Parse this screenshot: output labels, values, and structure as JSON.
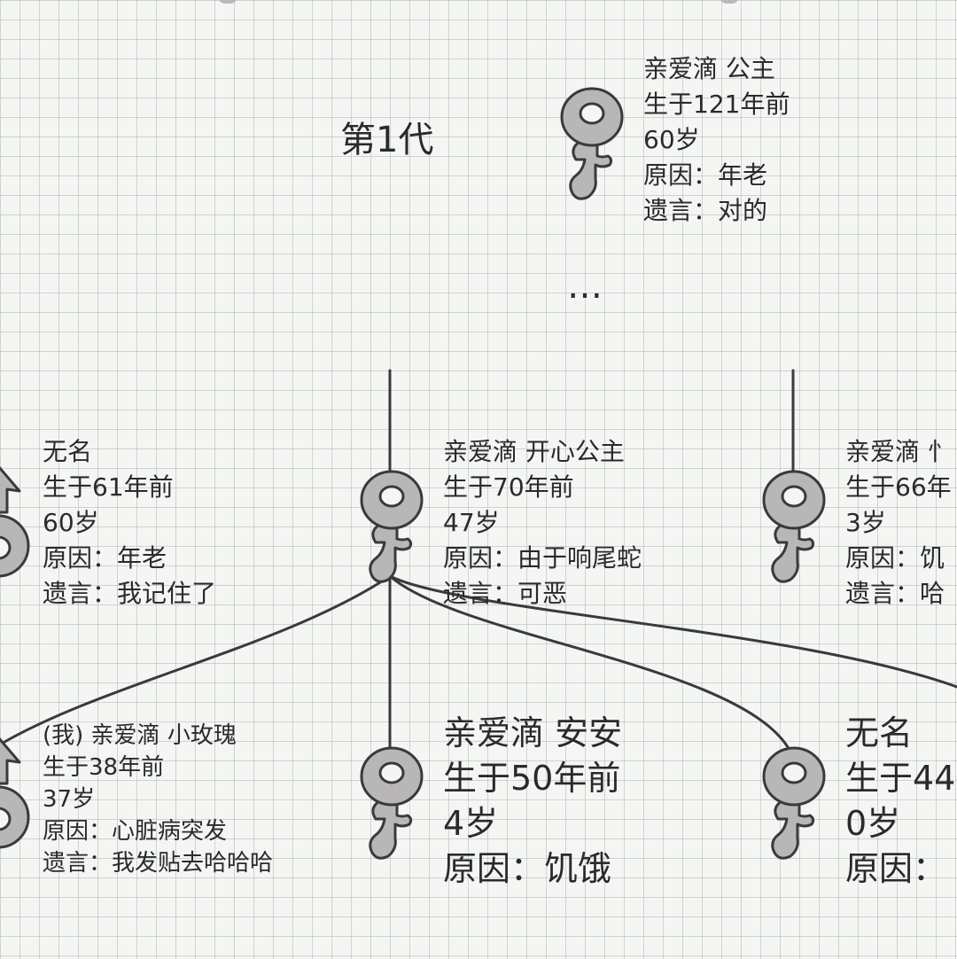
{
  "generation_label": "第1代",
  "ellipsis": "…",
  "icons": {
    "female": "female-symbol-icon",
    "male": "male-symbol-icon"
  },
  "colors": {
    "background": "#f5f6f4",
    "grid": "#9aafa5",
    "symbol_fill": "#b8b6b6",
    "symbol_outline": "#3a3a3a",
    "line": "#3a3a3a",
    "text": "#2a2a2a"
  },
  "ancestor": {
    "name": "亲爱滴 公主",
    "born": "生于121年前",
    "age": "60岁",
    "cause": "原因：年老",
    "words": "遗言：对的"
  },
  "parents_row": {
    "left": {
      "name": "无名",
      "born": "生于61年前",
      "age": "60岁",
      "cause": "原因：年老",
      "words": "遗言：我记住了"
    },
    "center": {
      "name": "亲爱滴 开心公主",
      "born": "生于70年前",
      "age": "47岁",
      "cause": "原因：由于响尾蛇",
      "words": "遗言：可恶"
    },
    "right": {
      "name": "亲爱滴 忄",
      "born": "生于66年",
      "age": "3岁",
      "cause": "原因：饥",
      "words": "遗言：哈"
    }
  },
  "children_row": {
    "left": {
      "name": "(我) 亲爱滴 小玫瑰",
      "born": "生于38年前",
      "age": "37岁",
      "cause": "原因：心脏病突发",
      "words": "遗言：我发贴去哈哈哈"
    },
    "center": {
      "name": "亲爱滴 安安",
      "born": "生于50年前",
      "age": "4岁",
      "cause": "原因：饥饿"
    },
    "right": {
      "name": "无名",
      "born": "生于44",
      "age": "0岁",
      "cause": "原因："
    }
  }
}
